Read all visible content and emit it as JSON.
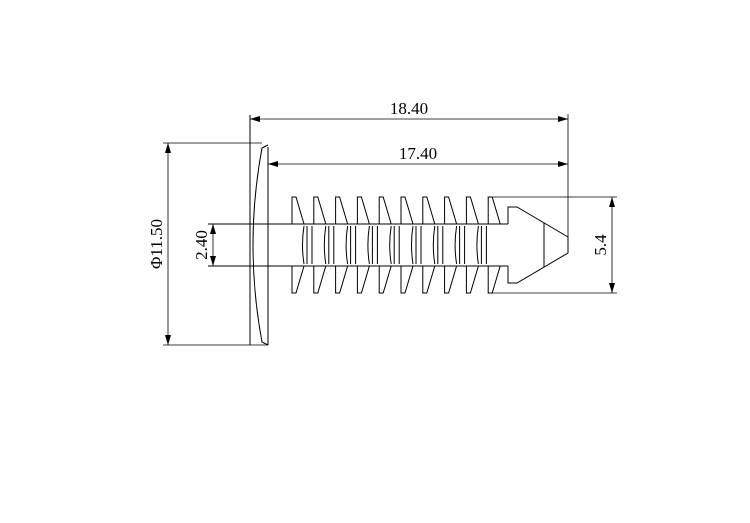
{
  "drawing": {
    "dimensions": {
      "overall_length": "18.40",
      "shank_length": "17.40",
      "head_diameter": "Φ11.50",
      "core_diameter": "2.40",
      "fin_diameter": "5.4"
    },
    "fin_count": 10,
    "line_color": "#000000"
  }
}
